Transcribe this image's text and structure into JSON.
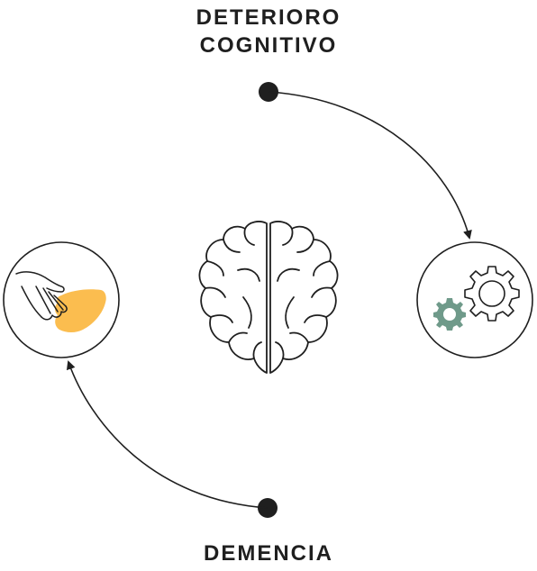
{
  "top_label": {
    "line1": "DETERIORO",
    "line2": "COGNITIVO"
  },
  "bottom_label": "DEMENCIA",
  "icons": {
    "center": "brain-icon",
    "right": "gears-icon",
    "left": "helping-hands-icon"
  },
  "colors": {
    "line": "#1f1f1f",
    "hand_accent": "#fbbd4f",
    "gear_accent": "#6f9a8a"
  }
}
